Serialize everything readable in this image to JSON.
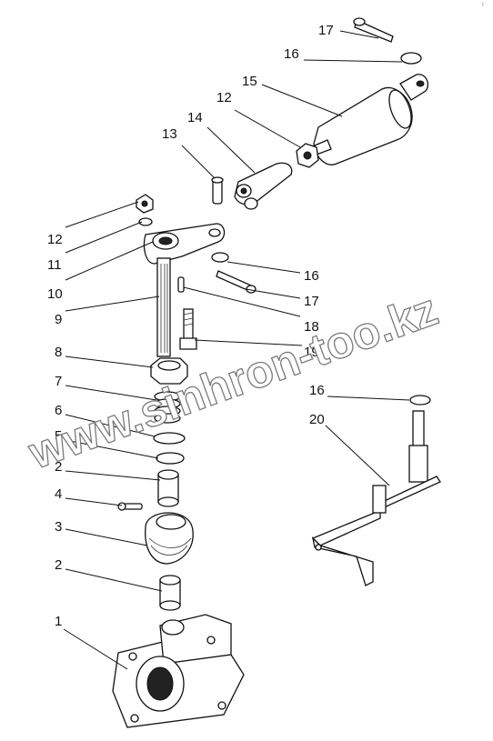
{
  "callouts": [
    {
      "label": "17"
    },
    {
      "label": "16"
    },
    {
      "label": "15"
    },
    {
      "label": "12"
    },
    {
      "label": "14"
    },
    {
      "label": "13"
    },
    {
      "label": "12"
    },
    {
      "label": "11"
    },
    {
      "label": "10"
    },
    {
      "label": "16"
    },
    {
      "label": "17"
    },
    {
      "label": "9"
    },
    {
      "label": "18"
    },
    {
      "label": "19"
    },
    {
      "label": "8"
    },
    {
      "label": "7"
    },
    {
      "label": "6"
    },
    {
      "label": "5"
    },
    {
      "label": "2"
    },
    {
      "label": "4"
    },
    {
      "label": "3"
    },
    {
      "label": "2"
    },
    {
      "label": "1"
    },
    {
      "label": "16"
    },
    {
      "label": "20"
    }
  ],
  "watermark": "www.sinhron-too.kz",
  "corner_mark": "r"
}
